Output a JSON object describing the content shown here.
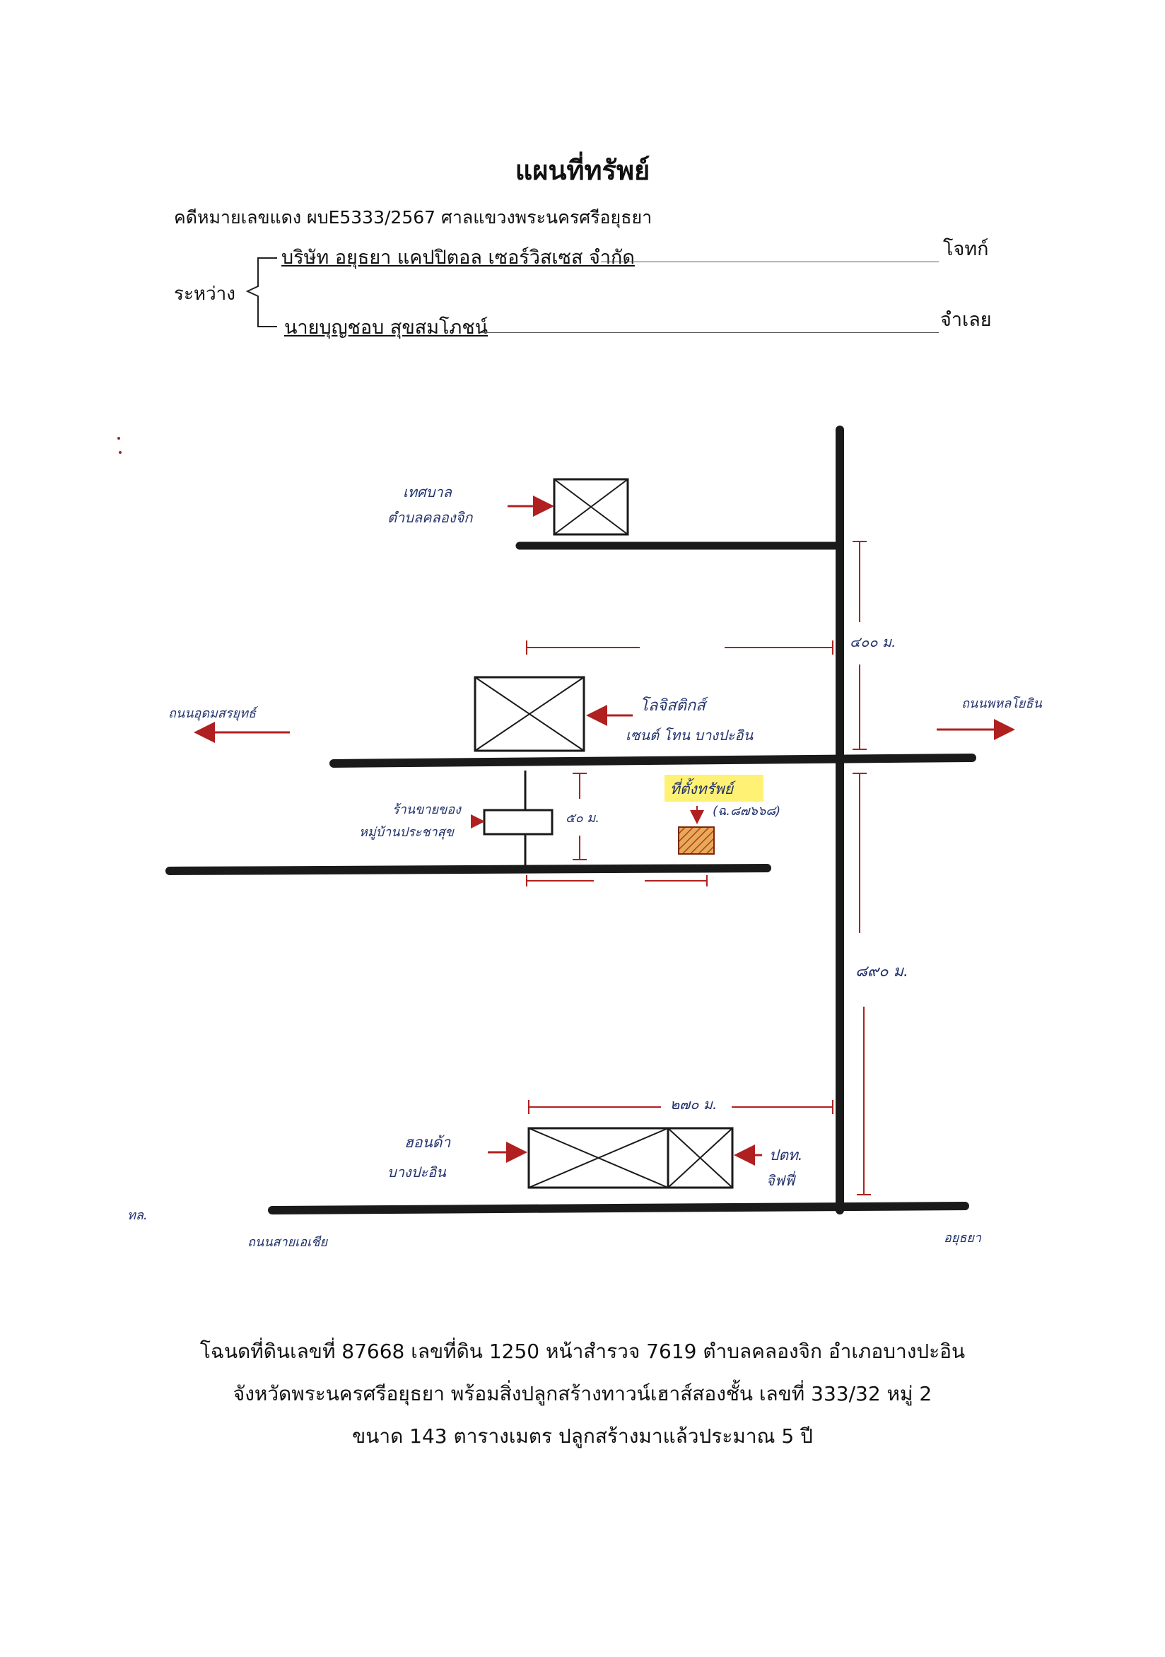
{
  "header": {
    "title": "แผนที่ทรัพย์",
    "case_line": "คดีหมายเลขแดง  ผบE5333/2567  ศาลแขวงพระนครศรีอยุธยา",
    "between_label": "ระหว่าง",
    "plaintiff": "บริษัท อยุธยา แคปปิตอล เซอร์วิสเซส จำกัด",
    "plaintiff_role": "โจทก์",
    "defendant": "นายบุญชอบ สุขสมโภชน์",
    "defendant_role": "จำเลย"
  },
  "map": {
    "label_tesaban": "เทศบาล",
    "label_tesaban_2": "ตำบลคลองจิก",
    "label_logistics": "โลจิสติกส์",
    "label_logistics_2": "เซนต์ โทน บางปะอิน",
    "label_road_left": "ถนนอุดมสรยุทธ์",
    "label_road_right": "ถนนพหลโยธิน",
    "label_shop": "ร้านขายของ",
    "label_shop_2": "หมู่บ้านประชาสุข",
    "label_shop_3": "",
    "label_property": "ที่ตั้งทรัพย์",
    "label_property_code": "(ฉ.๘๗๖๖๘)",
    "label_dist_top": "๔๐๐ ม.",
    "label_dist_mid": "๕๐ ม.",
    "label_dist_long": "๘๙๐ ม.",
    "label_dist_bottom": "๒๗๐ ม.",
    "label_honda": "ฮอนด้า",
    "label_honda_2": "บางปะอิน",
    "label_ptt": "ปตท.",
    "label_ptt_2": "จิฟฟี่",
    "label_south": "ทล.",
    "label_bottom_road": "ถนนสายเอเชีย",
    "label_ayutthaya": "อยุธยา"
  },
  "footer": {
    "line1": "โฉนดที่ดินเลขที่ 87668 เลขที่ดิน 1250 หน้าสำรวจ 7619 ตำบลคลองจิก  อำเภอบางปะอิน",
    "line2": "จังหวัดพระนครศรีอยุธยา พร้อมสิ่งปลูกสร้างทาวน์เฮาส์สองชั้น เลขที่ 333/32  หมู่ 2",
    "line3": "ขนาด 143 ตารางเมตร ปลูกสร้างมาแล้วประมาณ 5 ปี"
  },
  "colors": {
    "ink_blue": "#23336e",
    "road_black": "#1a1a1a",
    "arrow_red": "#b02020",
    "highlight": "#ffef5a",
    "hatch": "#c8551b"
  }
}
